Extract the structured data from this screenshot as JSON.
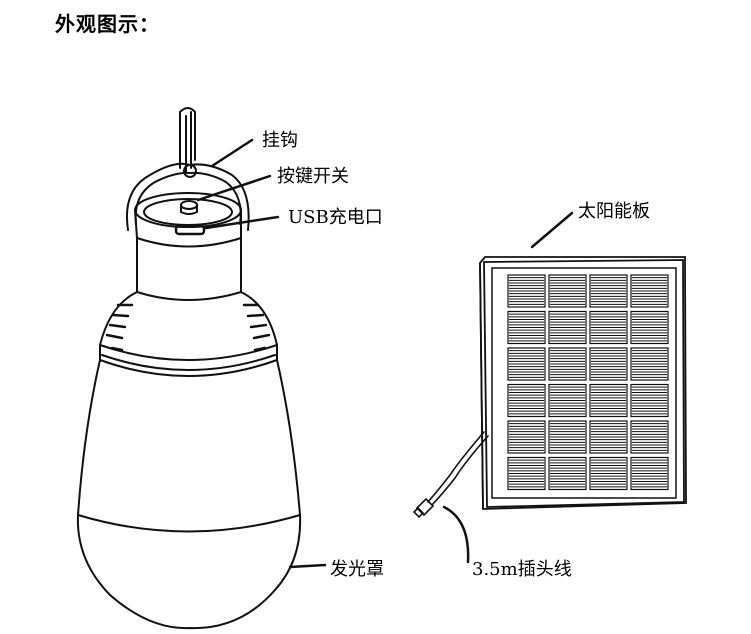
{
  "title": "外观图示：",
  "labels": {
    "hook": "挂钩",
    "switch": "按键开关",
    "usb": "USB充电口",
    "solar": "太阳能板",
    "shade": "发光罩",
    "cable": "3.5m插头线"
  },
  "colors": {
    "stroke": "#111111",
    "background": "#ffffff"
  }
}
